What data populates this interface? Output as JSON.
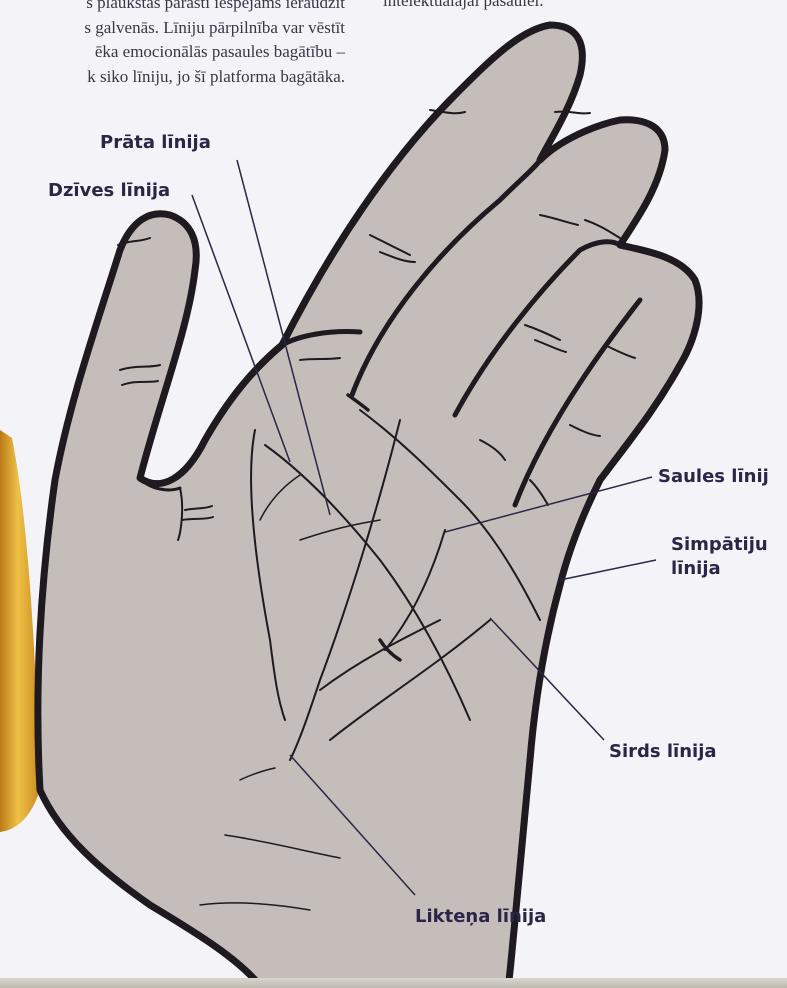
{
  "paragraph": {
    "line1": "s plaukstās parasti iespējams ieraudzīt",
    "line2": "s galvenās. Līniju pārpilnība var vēstīt",
    "line3": "ēka emocionālās pasaules bagātību –",
    "line4": "k siko līniju, jo šī platforma bagātāka."
  },
  "corner_text": "intelektuālajai pasaulei.",
  "labels": {
    "prata": "Prāta līnija",
    "dzives": "Dzīves līnija",
    "saules": "Saules līnij",
    "simpatiju_1": "Simpātiju",
    "simpatiju_2": "līnija",
    "sirds": "Sirds līnija",
    "liktena": "Likteņa līnija"
  },
  "colors": {
    "page": "#f4f3f8",
    "hand_fill": "#c4bdb9",
    "outline": "#1e1a1f",
    "label": "#2b2547",
    "strip": "#e0a837"
  }
}
